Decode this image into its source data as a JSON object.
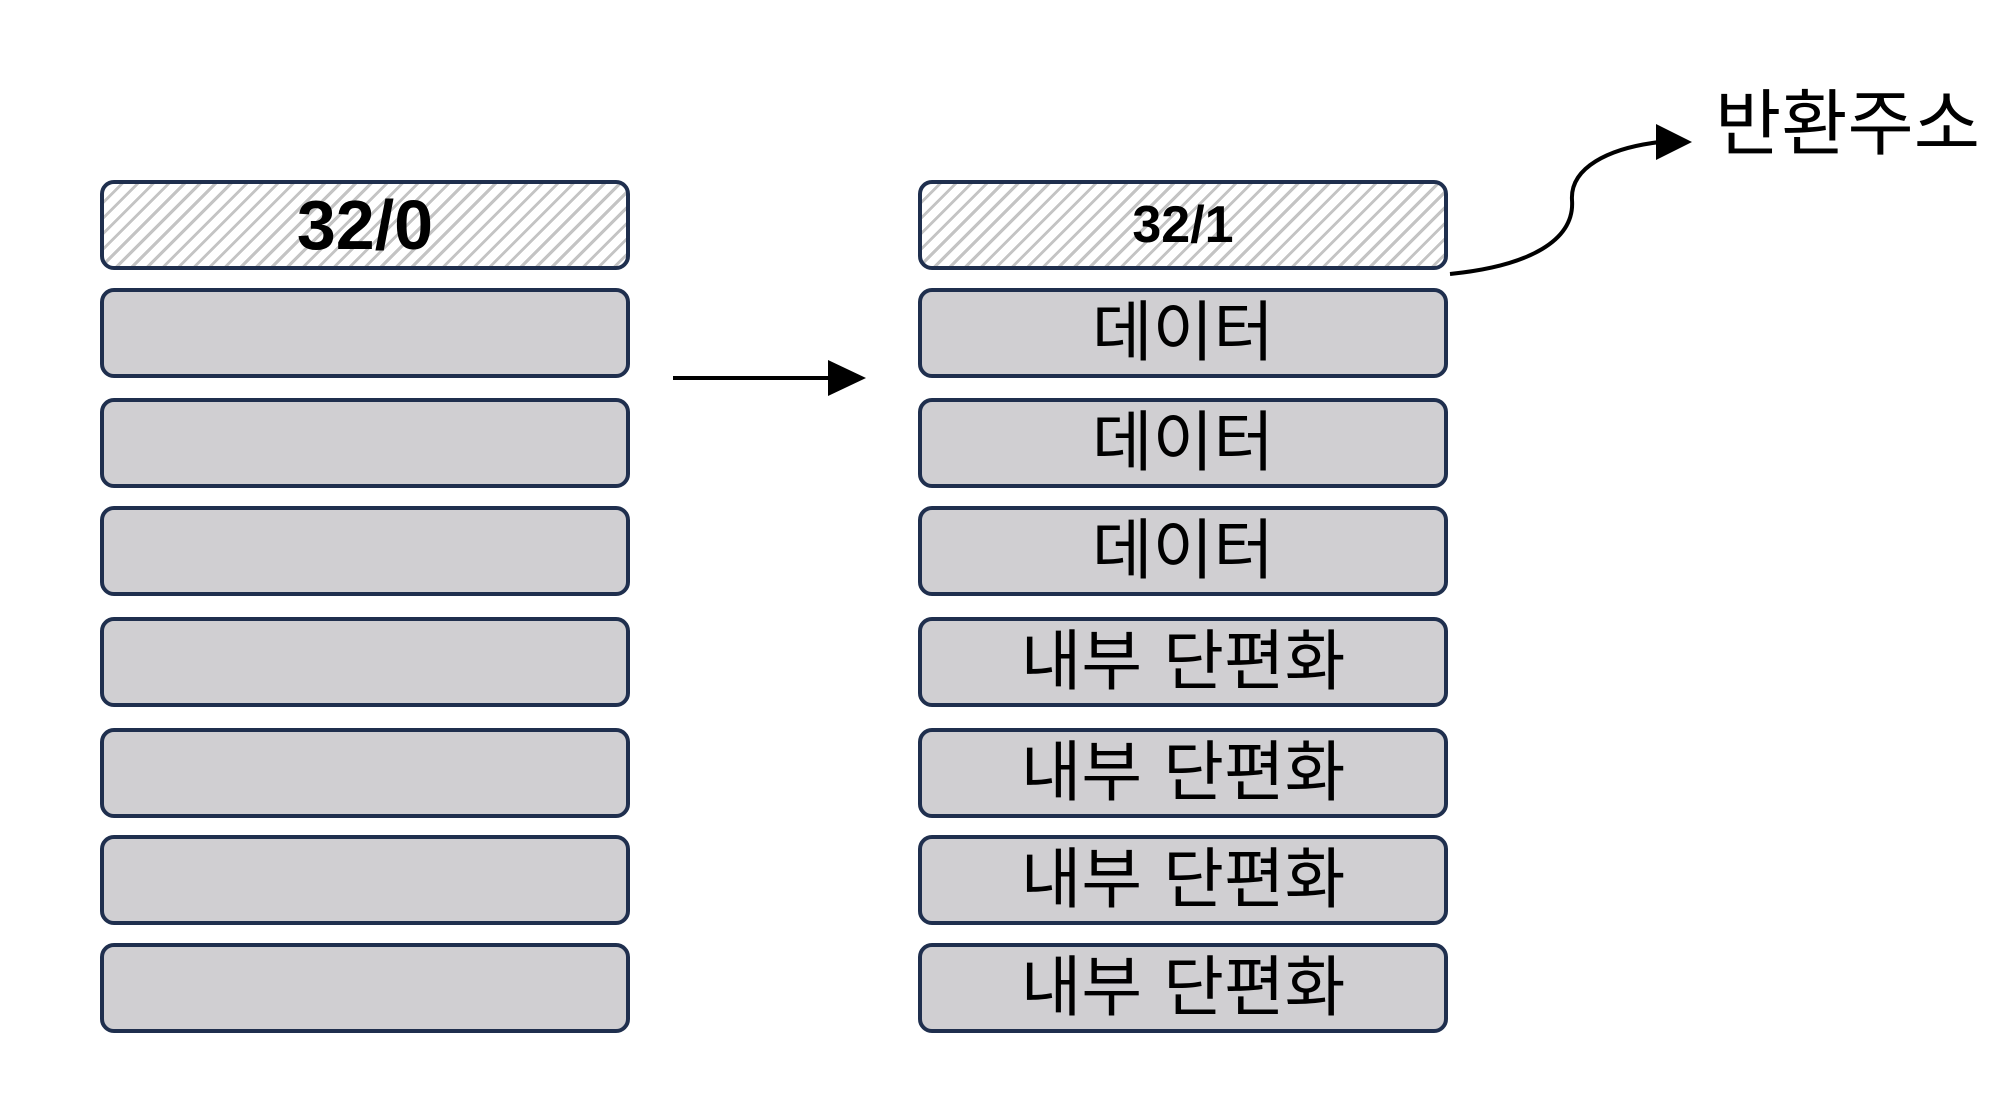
{
  "left_stack": {
    "header": "32/0",
    "blocks": [
      "",
      "",
      "",
      "",
      "",
      "",
      ""
    ]
  },
  "right_stack": {
    "header": "32/1",
    "blocks": [
      "데이터",
      "데이터",
      "데이터",
      "내부 단편화",
      "내부 단편화",
      "내부 단편화",
      "내부 단편화"
    ]
  },
  "return_address_label": "반환주소"
}
